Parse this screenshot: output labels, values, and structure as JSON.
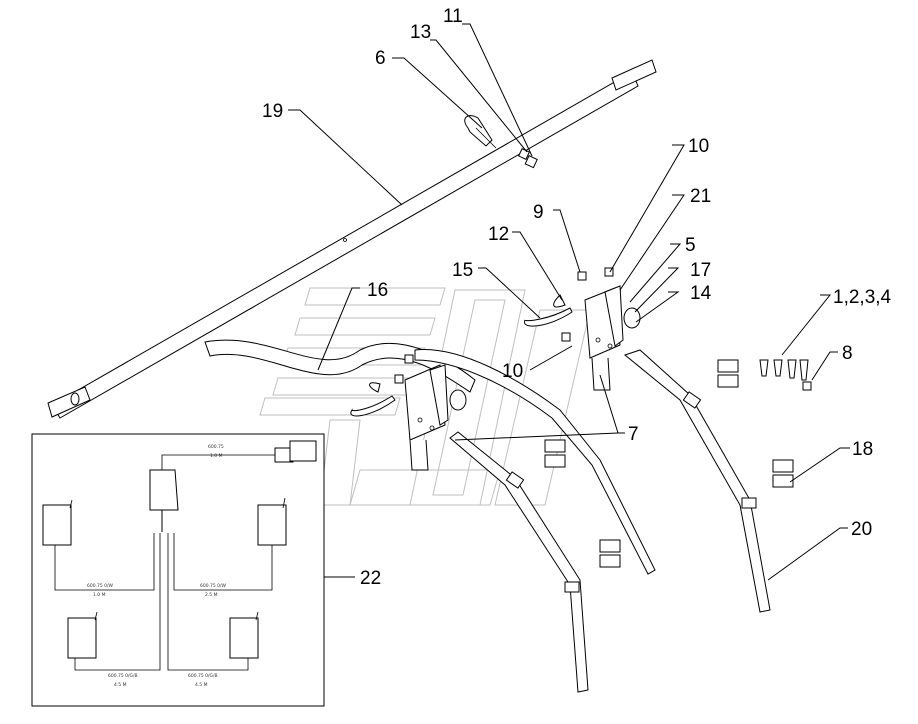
{
  "callouts": [
    {
      "id": "c11",
      "label": "11"
    },
    {
      "id": "c13",
      "label": "13"
    },
    {
      "id": "c6",
      "label": "6"
    },
    {
      "id": "c19",
      "label": "19"
    },
    {
      "id": "c10a",
      "label": "10"
    },
    {
      "id": "c21",
      "label": "21"
    },
    {
      "id": "c9",
      "label": "9"
    },
    {
      "id": "c12",
      "label": "12"
    },
    {
      "id": "c5",
      "label": "5"
    },
    {
      "id": "c15",
      "label": "15"
    },
    {
      "id": "c16",
      "label": "16"
    },
    {
      "id": "c17",
      "label": "17"
    },
    {
      "id": "c14",
      "label": "14"
    },
    {
      "id": "c1234",
      "label": "1,2,3,4"
    },
    {
      "id": "c8",
      "label": "8"
    },
    {
      "id": "c10b",
      "label": "10"
    },
    {
      "id": "c7",
      "label": "7"
    },
    {
      "id": "c18",
      "label": "18"
    },
    {
      "id": "c20",
      "label": "20"
    },
    {
      "id": "c22",
      "label": "22"
    }
  ],
  "inset": {
    "cable_labels": {
      "top": "600.75",
      "top_len": "1.0 M",
      "left": "600.75 0/W",
      "left_len": "1.0 M",
      "right": "600.75 0/W",
      "right_len": "2.5 M",
      "bottom_left": "600.75 0/G/B",
      "bottom_left_len": "4.5 M",
      "bottom_right": "600.75 0/G/B",
      "bottom_right_len": "4.5 M"
    }
  }
}
